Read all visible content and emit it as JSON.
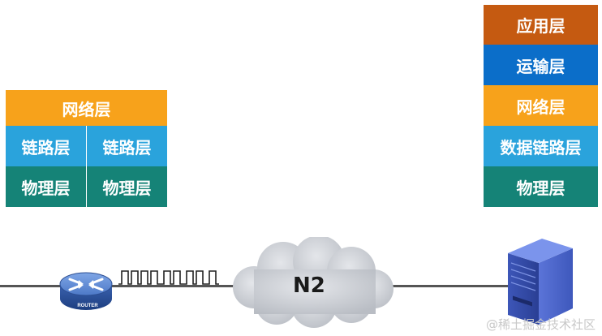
{
  "router_stack": {
    "network": "网络层",
    "datalink_left": "链路层",
    "datalink_right": "链路层",
    "physical_left": "物理层",
    "physical_right": "物理层"
  },
  "host_stack": {
    "application": "应用层",
    "transport": "运输层",
    "network": "网络层",
    "datalink": "数据链路层",
    "physical": "物理层"
  },
  "router_label": "ROUTER",
  "cloud_label": "N2",
  "watermark": "@稀土掘金技术社区",
  "colors": {
    "application": "#c55a11",
    "transport": "#0b6ec9",
    "network": "#f7a21b",
    "datalink": "#2aa3dc",
    "physical": "#158377",
    "line": "#555555"
  }
}
